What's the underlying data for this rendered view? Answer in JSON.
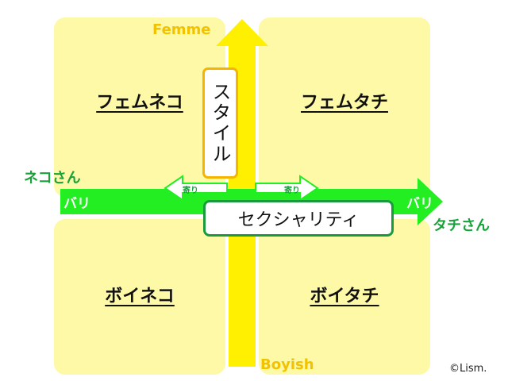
{
  "quadrants": {
    "top_left": "フェムネコ",
    "top_right": "フェムタチ",
    "bottom_left": "ボイネコ",
    "bottom_right": "ボイタチ"
  },
  "vertical_axis": {
    "top_label": "Femme",
    "bottom_label": "Boyish",
    "box_label": "スタイル"
  },
  "horizontal_axis": {
    "left_label": "ネコさん",
    "right_label": "タチさん",
    "left_bar_label": "バリ",
    "right_bar_label": "バリ",
    "left_lean_label": "寄り",
    "right_lean_label": "寄り",
    "box_label": "セクシャリティ"
  },
  "copyright": "©Lism.",
  "colors": {
    "quadrant_fill": "#fef9a6",
    "vertical_arrow": "#ffef00",
    "horizontal_arrow": "#22ee22",
    "femme_text": "#f2c200",
    "axis_green_text": "#1aa23a",
    "style_box_border": "#f5b400",
    "sexuality_box_border": "#1a9a3c"
  }
}
